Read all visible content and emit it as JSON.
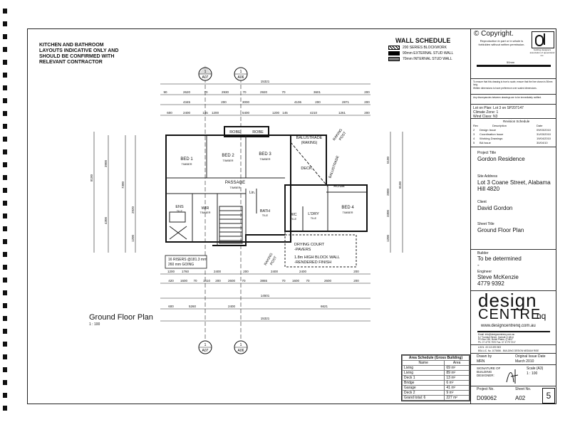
{
  "notes": {
    "layout_note": [
      "KITCHEN AND BATHROOM",
      "LAYOUTS INDICATIVE ONLY AND",
      "SHOULD BE CONFIRMED WITH",
      "RELEVANT CONTRACTOR"
    ]
  },
  "wall_schedule": {
    "title": "WALL SCHEDULE",
    "items": [
      "200 SERIES BLOCKWORK",
      "90mm EXTERNAL STUD WALL",
      "70mm INTERNAL STUD WALL"
    ]
  },
  "plan": {
    "title": "Ground Floor Plan",
    "scale": "1 : 100",
    "rooms": {
      "bed1": [
        "BED 1",
        "TIMBER"
      ],
      "bed2": [
        "BED 2",
        "TIMBER"
      ],
      "bed3": [
        "BED 3",
        "TIMBER"
      ],
      "bed4": [
        "BED 4",
        "TIMBER"
      ],
      "robe1": "ROBE",
      "robe2": "ROBE",
      "robe3": "ROBE",
      "passage": [
        "PASSAGE",
        "TIMBER"
      ],
      "ens": [
        "ENS",
        "TILE"
      ],
      "wir": [
        "WIR",
        "TIMBER"
      ],
      "lin": "Lin.",
      "bath": [
        "BATH",
        "TILE"
      ],
      "wc": [
        "WC",
        "TILE"
      ],
      "ldry": [
        "L'DRY",
        "TILE"
      ],
      "deck": "DECK",
      "balustrade": [
        "BALUSTRADE",
        "(RAKING)"
      ],
      "balustrade_v": "BALUSTRADE",
      "raking_post": [
        "RAKING",
        "POST"
      ],
      "drying_court": [
        "DRYING COURT",
        "-PAVERS"
      ],
      "block_wall": [
        "1.8m HIGH BLOCK WALL",
        "-RENDERED FINISH"
      ],
      "stairs": [
        "16 RISERS @181.3 mm",
        "260 mm GOING"
      ]
    },
    "section_markers": [
      {
        "num": "1",
        "sheet": "A07"
      },
      {
        "num": "1",
        "sheet": "A06"
      },
      {
        "num": "1",
        "sheet": "A07"
      },
      {
        "num": "1",
        "sheet": "A06"
      }
    ],
    "dims_top": {
      "overall": "15321",
      "row1": [
        "90",
        "2620",
        "70",
        "2930",
        "70",
        "2920",
        "70",
        "3601",
        "200"
      ],
      "row2": [
        "4345",
        "200",
        "3000",
        "4106",
        "200",
        "2871",
        "200"
      ],
      "row3": [
        "600",
        "2400",
        "145",
        "1200",
        "5400",
        "1200",
        "145",
        "4210",
        "1261",
        "200"
      ]
    },
    "dims_bottom": {
      "row1": [
        "1200",
        "1760",
        "2400",
        "200",
        "2400",
        "2400",
        "200"
      ],
      "row2": [
        "420",
        "1600",
        "70",
        "1410",
        "200",
        "2600",
        "70",
        "3865",
        "70",
        "1600",
        "70",
        "2600",
        "200"
      ],
      "overall1": "14501",
      "row3": [
        "600",
        "5260",
        "2400",
        "6621"
      ],
      "overall2": "15321"
    },
    "dims_left": [
      "3900",
      "4300",
      "8100",
      "7300",
      "2920",
      "1200"
    ],
    "dims_right": [
      "5100",
      "2800",
      "3300",
      "1200",
      "8100"
    ]
  },
  "copyright": {
    "title": "© Copyright.",
    "text": "Reproduction in part or in whole is forbidden without written permission.",
    "logo_text": "building designers association of queensland inc.",
    "scale_bar": "50mm",
    "note1": "To ensure that this drawing is true to scale, ensure that the line shown is 50mm long.",
    "note2": "Written dimensions to have preference over scaled dimensions.",
    "note3": "Any discrepancies between drawings are to be immediately notified."
  },
  "lot": {
    "lines": [
      "Lot on Plan:   Lot 3 on SP207147",
      "Climate Zone: 1",
      "Wind Class:    N3"
    ]
  },
  "revision": {
    "title": "Revision Schedule",
    "headers": [
      "Rev",
      "Description",
      "Date"
    ],
    "rows": [
      [
        "2",
        "Design Issue",
        "09/03/2010"
      ],
      [
        "3",
        "Coordination Issue",
        "31/03/2010"
      ],
      [
        "4",
        "Working Drawings",
        "19/04/2010"
      ],
      [
        "5",
        "BA Issue",
        "30/04/10"
      ]
    ]
  },
  "project": {
    "label": "Project Title",
    "value": "Gordon Residence"
  },
  "site": {
    "label": "Site Address",
    "value": [
      "Lot 3 Coane Street, Alabama",
      "Hill 4820"
    ]
  },
  "client": {
    "label": "Client",
    "value": "David Gordon"
  },
  "sheet_title": {
    "label": "Sheet Title",
    "value": "Ground Floor Plan"
  },
  "builder": {
    "label": "Builder",
    "value": [
      "To be determined",
      "-"
    ]
  },
  "engineer": {
    "label": "Engineer",
    "value": [
      "Steve McKenzie",
      "4779 9392"
    ]
  },
  "brand": {
    "line1": "design",
    "line2": "CENTRE",
    "suffix": "nq",
    "url": "www.designcentrenq.com.au",
    "contact": [
      "Email: info@designcentrenq.com.au",
      "5-7 Tumbull Street, Garbutt Q 4814",
      "PO Box 150, Bohle Plains, Q 4817",
      "Ph. 07 4775 7570  Fax. 07 4779 7217",
      "A.B.N. 43 113 490 803",
      "BSA LIC. No. 1078456 - BUILDING DESIGN MEDIUM RISE"
    ]
  },
  "drawn": {
    "label": "Drawn by",
    "value": "MRN"
  },
  "issue_date": {
    "label": "Original Issue Date",
    "value": "March 2010"
  },
  "signature": {
    "label": "SIGNATURE OF BUILDING DESIGNER:"
  },
  "scale": {
    "label": "Scale (A3)",
    "value": "1 : 100"
  },
  "project_no": {
    "label": "Project No.",
    "value": "D09062"
  },
  "sheet_no": {
    "label": "Sheet No.",
    "value": "A02"
  },
  "revision_no": "5",
  "area_schedule": {
    "title": "Area Schedule (Gross Building)",
    "headers": [
      "Name",
      "Area"
    ],
    "rows": [
      [
        "Living",
        "69 m²"
      ],
      [
        "Living",
        "89 m²"
      ],
      [
        "Deck 1",
        "13 m²"
      ],
      [
        "Bridge",
        "6 m²"
      ],
      [
        "Garage",
        "41 m²"
      ],
      [
        "Deck 2",
        "9 m²"
      ],
      [
        "Grand total: 6",
        "227 m²"
      ]
    ]
  }
}
